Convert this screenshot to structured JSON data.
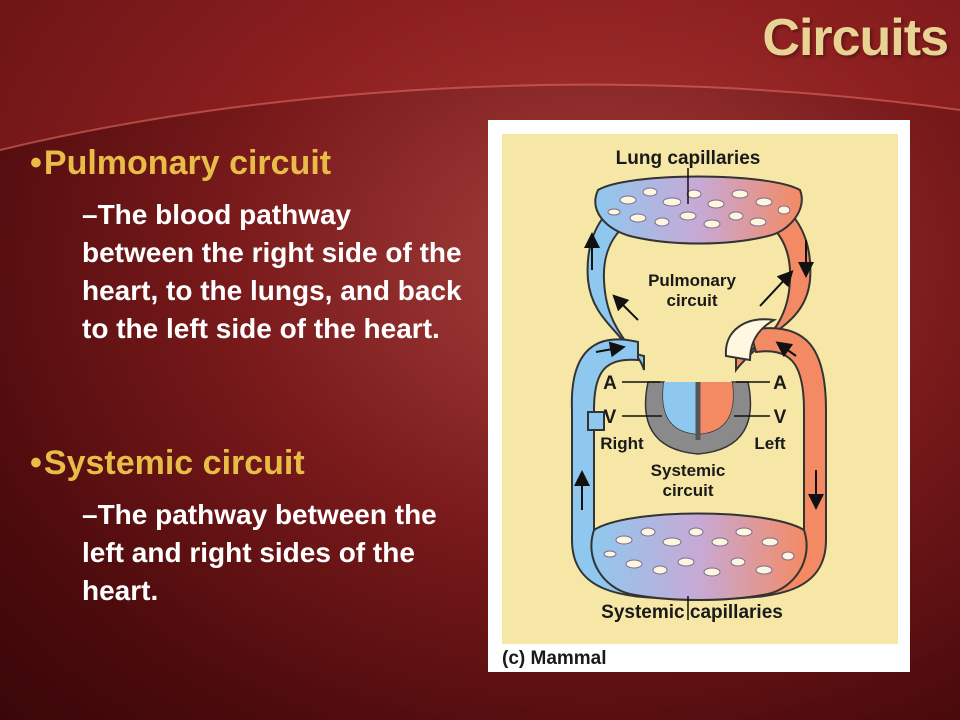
{
  "slide": {
    "title": "Circuits",
    "bullets": [
      {
        "dot": "•",
        "heading": "Pulmonary circuit",
        "text": "–The blood pathway between the right side of the heart, to the lungs, and back to the left side of the heart."
      },
      {
        "dot": "•",
        "heading": "Systemic circuit",
        "text": "–The pathway between the left and right sides of the heart."
      }
    ]
  },
  "diagram": {
    "lung_capillaries": "Lung capillaries",
    "pulmonary_line1": "Pulmonary",
    "pulmonary_line2": "circuit",
    "atrium_left_label": "A",
    "ventricle_left_label": "V",
    "atrium_right_label": "A",
    "ventricle_right_label": "V",
    "right": "Right",
    "left": "Left",
    "systemic_line1": "Systemic",
    "systemic_line2": "circuit",
    "systemic_capillaries": "Systemic capillaries",
    "caption": "(c) Mammal",
    "colors": {
      "oxygen_poor": "#8fc8ee",
      "oxygen_rich": "#f48a63",
      "panel": "#f6e7a7",
      "heart": "#8a8a8a"
    }
  }
}
